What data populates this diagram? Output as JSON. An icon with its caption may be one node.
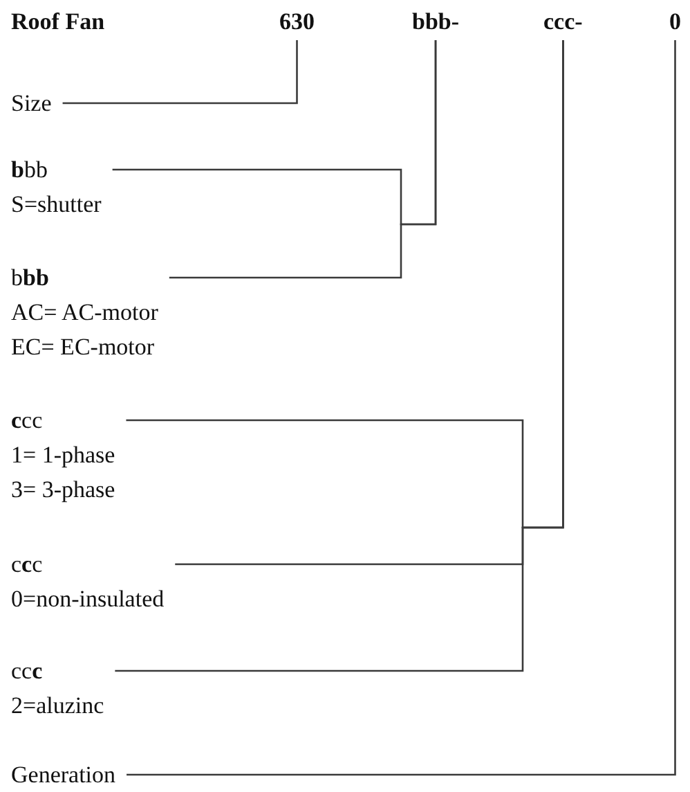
{
  "diagram": {
    "title": "Roof Fan",
    "nodes": [
      {
        "text": [
          "630"
        ]
      },
      {
        "text": [
          "bbb-"
        ]
      },
      {
        "text": [
          "ccc-"
        ]
      },
      {
        "text": [
          "0"
        ]
      },
      {
        "text": [
          "Size"
        ]
      },
      {
        "text": [
          "**b**bb",
          "S=shutter"
        ]
      },
      {
        "text": [
          "b**bb**",
          "AC= AC-motor",
          "EC= EC-motor"
        ]
      },
      {
        "text": [
          "**c**cc",
          "1= 1-phase",
          "3= 3-phase"
        ]
      },
      {
        "text": [
          "c**c**c",
          "0=non-insulated"
        ]
      },
      {
        "text": [
          "cc**c**",
          "2=aluzinc"
        ]
      },
      {
        "text": [
          "Generation"
        ]
      }
    ],
    "edges": [
      {
        "from": 4,
        "to": 0,
        "arrow": "none"
      },
      {
        "from": 5,
        "to": 1,
        "arrow": "none"
      },
      {
        "from": 6,
        "to": 1,
        "arrow": "none"
      },
      {
        "from": 7,
        "to": 2,
        "arrow": "none"
      },
      {
        "from": 8,
        "to": 2,
        "arrow": "none"
      },
      {
        "from": 9,
        "to": 2,
        "arrow": "none"
      },
      {
        "from": 10,
        "to": 3,
        "arrow": "none"
      }
    ]
  }
}
